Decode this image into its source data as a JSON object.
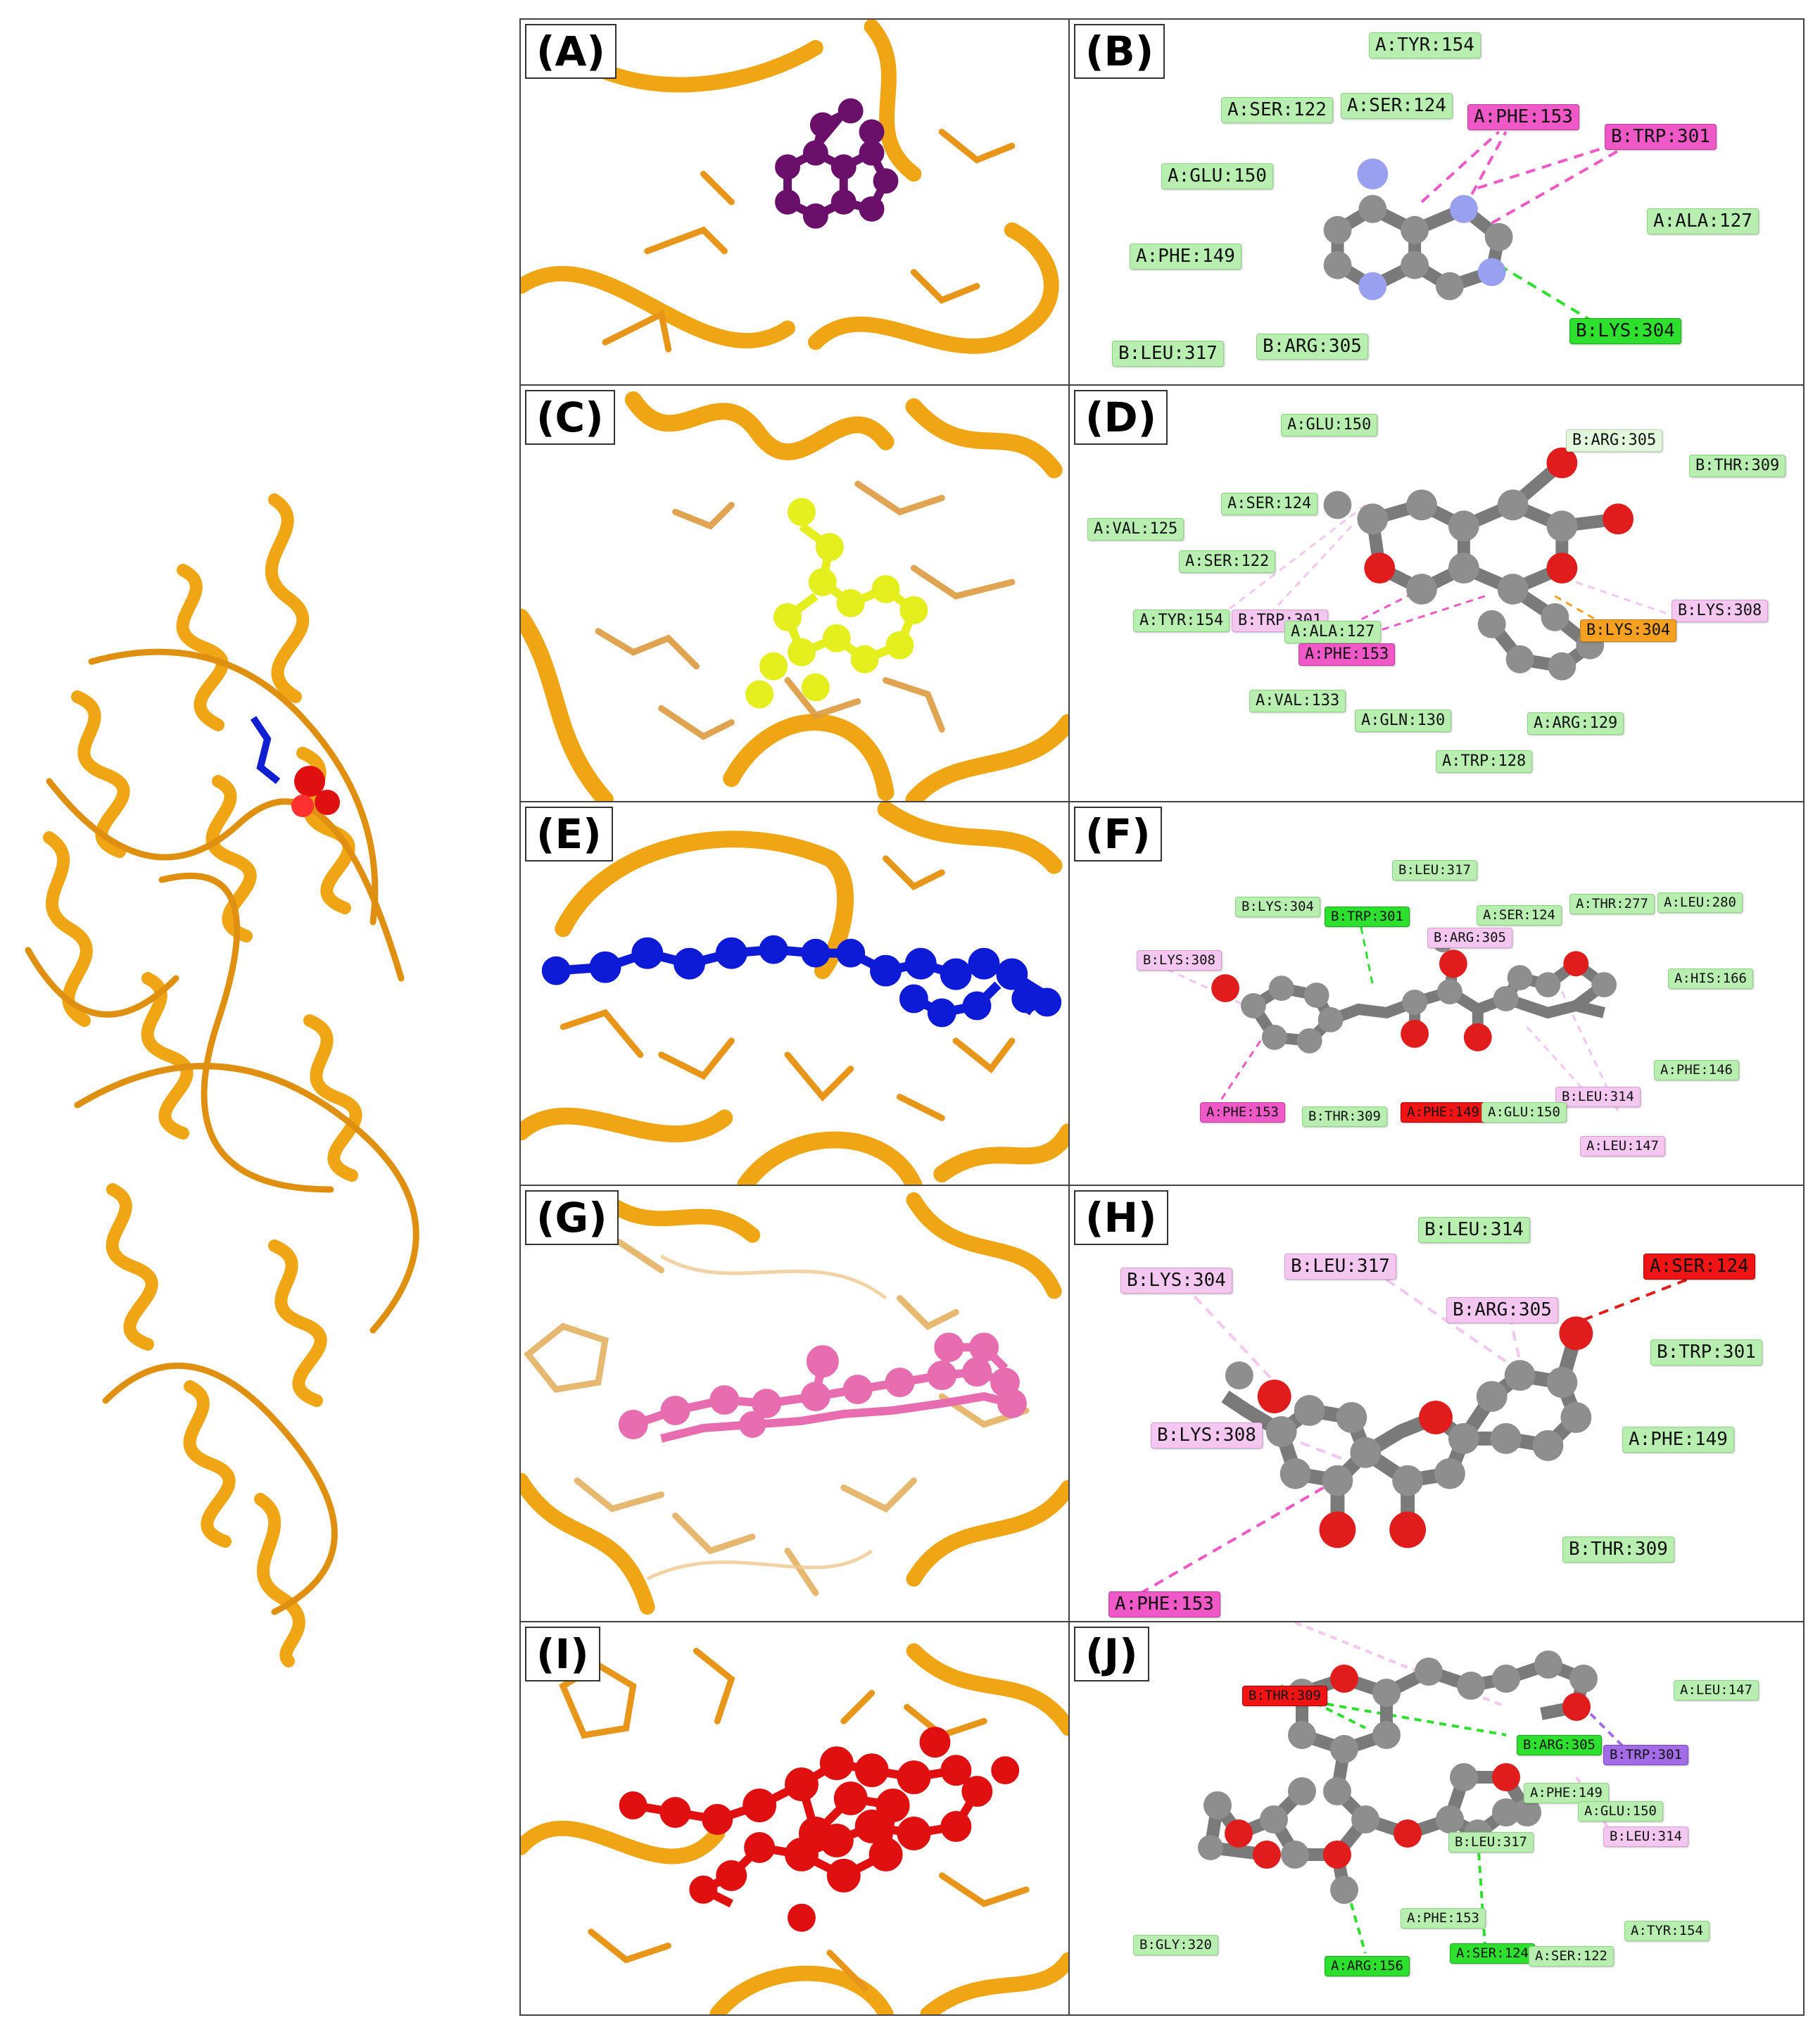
{
  "panels": [
    {
      "label": "(A)",
      "ligand_color": "#6a0f6a"
    },
    {
      "label": "(B)",
      "residues": [
        {
          "name": "A:TYR:154",
          "type": "vdw"
        },
        {
          "name": "A:SER:122",
          "type": "vdw"
        },
        {
          "name": "A:SER:124",
          "type": "vdw"
        },
        {
          "name": "A:PHE:153",
          "type": "pistack"
        },
        {
          "name": "B:TRP:301",
          "type": "pistack"
        },
        {
          "name": "A:GLU:150",
          "type": "vdw"
        },
        {
          "name": "A:ALA:127",
          "type": "vdw"
        },
        {
          "name": "A:PHE:149",
          "type": "vdw"
        },
        {
          "name": "B:LYS:304",
          "type": "hb"
        },
        {
          "name": "B:LEU:317",
          "type": "vdw"
        },
        {
          "name": "B:ARG:305",
          "type": "vdw"
        }
      ]
    },
    {
      "label": "(C)",
      "ligand_color": "#e6ef1e"
    },
    {
      "label": "(D)",
      "residues": [
        {
          "name": "A:GLU:150",
          "type": "vdw"
        },
        {
          "name": "B:ARG:305",
          "type": "carbonhb"
        },
        {
          "name": "B:THR:309",
          "type": "vdw"
        },
        {
          "name": "A:SER:124",
          "type": "vdw"
        },
        {
          "name": "A:VAL:125",
          "type": "vdw"
        },
        {
          "name": "A:SER:122",
          "type": "vdw"
        },
        {
          "name": "A:TYR:154",
          "type": "vdw"
        },
        {
          "name": "B:TRP:301",
          "type": "alkyl"
        },
        {
          "name": "A:ALA:127",
          "type": "vdw"
        },
        {
          "name": "B:LYS:308",
          "type": "alkyl"
        },
        {
          "name": "B:LYS:304",
          "type": "pication"
        },
        {
          "name": "A:PHE:153",
          "type": "pistack"
        },
        {
          "name": "A:VAL:133",
          "type": "vdw"
        },
        {
          "name": "A:GLN:130",
          "type": "vdw"
        },
        {
          "name": "A:ARG:129",
          "type": "vdw"
        },
        {
          "name": "A:TRP:128",
          "type": "vdw"
        }
      ]
    },
    {
      "label": "(E)",
      "ligand_color": "#0d1ad6"
    },
    {
      "label": "(F)",
      "residues": [
        {
          "name": "B:LEU:317",
          "type": "vdw"
        },
        {
          "name": "B:LYS:304",
          "type": "vdw"
        },
        {
          "name": "B:TRP:301",
          "type": "hb"
        },
        {
          "name": "A:SER:124",
          "type": "vdw"
        },
        {
          "name": "A:THR:277",
          "type": "vdw"
        },
        {
          "name": "A:LEU:280",
          "type": "vdw"
        },
        {
          "name": "B:ARG:305",
          "type": "alkyl"
        },
        {
          "name": "B:LYS:308",
          "type": "alkyl"
        },
        {
          "name": "A:HIS:166",
          "type": "vdw"
        },
        {
          "name": "A:PHE:146",
          "type": "vdw"
        },
        {
          "name": "B:LEU:314",
          "type": "alkyl"
        },
        {
          "name": "A:PHE:153",
          "type": "pistack"
        },
        {
          "name": "B:THR:309",
          "type": "vdw"
        },
        {
          "name": "A:PHE:149",
          "type": "unfav"
        },
        {
          "name": "A:GLU:150",
          "type": "vdw"
        },
        {
          "name": "A:LEU:147",
          "type": "alkyl"
        }
      ]
    },
    {
      "label": "(G)",
      "ligand_color": "#e86db0"
    },
    {
      "label": "(H)",
      "residues": [
        {
          "name": "B:LEU:314",
          "type": "vdw"
        },
        {
          "name": "B:LEU:317",
          "type": "alkyl"
        },
        {
          "name": "A:SER:124",
          "type": "unfav"
        },
        {
          "name": "B:LYS:304",
          "type": "alkyl"
        },
        {
          "name": "B:ARG:305",
          "type": "alkyl"
        },
        {
          "name": "B:TRP:301",
          "type": "vdw"
        },
        {
          "name": "B:LYS:308",
          "type": "alkyl"
        },
        {
          "name": "A:PHE:149",
          "type": "vdw"
        },
        {
          "name": "B:THR:309",
          "type": "vdw"
        },
        {
          "name": "A:PHE:153",
          "type": "pistack"
        }
      ]
    },
    {
      "label": "(I)",
      "ligand_color": "#e01010"
    },
    {
      "label": "(J)",
      "residues": [
        {
          "name": "B:THR:309",
          "type": "unfav"
        },
        {
          "name": "A:LEU:147",
          "type": "vdw"
        },
        {
          "name": "B:ARG:305",
          "type": "hb"
        },
        {
          "name": "B:TRP:301",
          "type": "pisigma"
        },
        {
          "name": "A:PHE:149",
          "type": "vdw"
        },
        {
          "name": "A:GLU:150",
          "type": "vdw"
        },
        {
          "name": "B:LEU:314",
          "type": "alkyl"
        },
        {
          "name": "B:LEU:317",
          "type": "vdw"
        },
        {
          "name": "A:PHE:153",
          "type": "vdw"
        },
        {
          "name": "A:TYR:154",
          "type": "vdw"
        },
        {
          "name": "B:GLY:320",
          "type": "vdw"
        },
        {
          "name": "A:ARG:156",
          "type": "hb"
        },
        {
          "name": "A:SER:124",
          "type": "hb"
        },
        {
          "name": "A:SER:122",
          "type": "vdw"
        }
      ]
    }
  ],
  "colors": {
    "protein": "#f3a81a",
    "protein_dark": "#d98a0c",
    "carbon_atom": "#8e8e8e",
    "nitrogen_atom": "#9aa0f0",
    "oxygen_atom": "#e01c1c"
  }
}
